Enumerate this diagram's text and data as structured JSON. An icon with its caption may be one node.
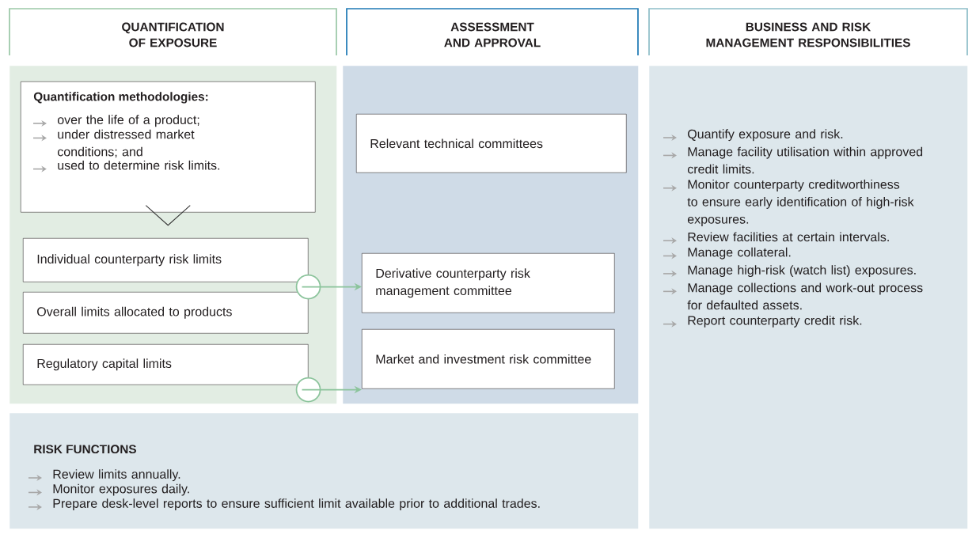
{
  "diagram": {
    "nodes": [
      {
        "text": [
          "QUANTIFICATION OF EXPOSURE"
        ]
      },
      {
        "text": [
          "Quantification methodologies:",
          "over the life of a product;",
          "under distressed market conditions; and",
          "used to determine risk limits."
        ],
        "in": 0
      },
      {
        "text": [
          "Individual counterparty risk limits"
        ],
        "in": 0
      },
      {
        "text": [
          "Overall limits allocated to products"
        ],
        "in": 0
      },
      {
        "text": [
          "Regulatory capital limits"
        ],
        "in": 0
      },
      {
        "text": [
          "ASSESSMENT AND APPROVAL"
        ]
      },
      {
        "text": [
          "Relevant technical committees"
        ],
        "in": 5
      },
      {
        "text": [
          "Derivative counterparty risk management committee"
        ],
        "in": 5
      },
      {
        "text": [
          "Market and investment risk committee"
        ],
        "in": 5
      },
      {
        "text": [
          "BUSINESS AND RISK MANAGEMENT RESPONSIBILITIES",
          "Quantify exposure and risk.",
          "Manage facility utilisation within approved credit limits.",
          "Monitor counterparty creditworthiness to ensure early identification of high-risk exposures.",
          "Review facilities at certain intervals.",
          "Manage collateral.",
          "Manage high-risk (watch list) exposures.",
          "Manage collections and work-out process for defaulted assets.",
          "Report counterparty credit risk."
        ]
      },
      {
        "text": [
          "RISK FUNCTIONS",
          "Review limits annually.",
          "Monitor exposures daily.",
          "Prepare desk-level reports to ensure sufficient limit available prior to additional trades."
        ]
      }
    ],
    "edges": [
      {
        "from": 1,
        "to": 2,
        "arrow": "to",
        "color": "#333333"
      },
      {
        "from": 2,
        "to": 7,
        "arrow": "to",
        "color": "#8cc49c"
      },
      {
        "from": 4,
        "to": 8,
        "arrow": "to",
        "color": "#8cc49c"
      }
    ]
  }
}
